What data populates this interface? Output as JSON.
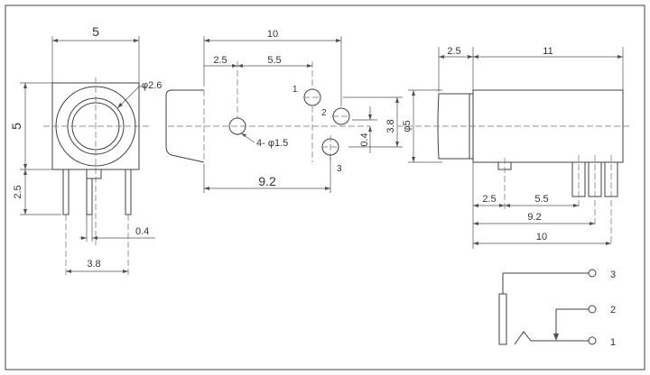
{
  "front_view": {
    "width": "5",
    "height": "5",
    "hole_dia": "φ2.6",
    "pin_length": "2.5",
    "pin_width": "0.4",
    "pin_pitch": "3.8"
  },
  "footprint": {
    "overall": "10",
    "offset": "2.5",
    "span": "5.5",
    "pin_label_1": "1",
    "pin_label_2": "2",
    "pin_label_3": "3",
    "hole_dia": "4- φ1.5",
    "bottom_dim": "9.2",
    "vert_38": "3.8",
    "vert_04": "0.4"
  },
  "side_view": {
    "front_len": "2.5",
    "body_len": "11",
    "dia": "φ5",
    "dim_25": "2.5",
    "dim_55": "5.5",
    "dim_92": "9.2",
    "dim_10": "10"
  },
  "schematic": {
    "pin3": "3",
    "pin2": "2",
    "pin1": "1"
  }
}
